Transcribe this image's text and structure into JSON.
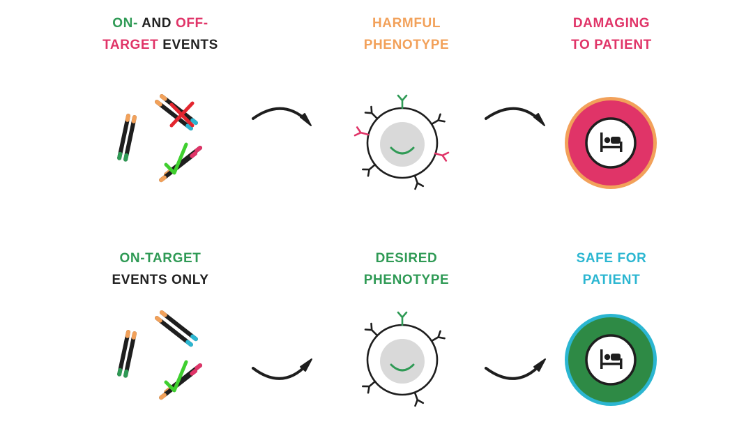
{
  "top_row": {
    "col1": {
      "line1_a": "ON-",
      "line1_b": " AND ",
      "line1_c": "OFF-",
      "line2_a": "TARGET",
      "line2_b": " EVENTS"
    },
    "col2": {
      "line1": "HARMFUL",
      "line2": "PHENOTYPE"
    },
    "col3": {
      "line1": "DAMAGING",
      "line2": "TO PATIENT"
    }
  },
  "bottom_row": {
    "col1": {
      "line1": "ON-TARGET",
      "line2": "EVENTS ONLY"
    },
    "col2": {
      "line1": "DESIRED",
      "line2": "PHENOTYPE"
    },
    "col3": {
      "line1": "SAFE FOR",
      "line2": "PATIENT"
    }
  },
  "colors": {
    "green": "#2f9a55",
    "pink": "#e03468",
    "orange": "#f2a15a",
    "cyan": "#2bb6d1",
    "red_cross": "#e3262f",
    "check": "#3fcf2f",
    "dark": "#222222",
    "cell_core": "#d9d9d9"
  },
  "icons": [
    "chromosome-icon",
    "cross-mark-icon",
    "check-mark-icon",
    "arrow-icon",
    "cell-icon",
    "patient-bed-icon"
  ]
}
